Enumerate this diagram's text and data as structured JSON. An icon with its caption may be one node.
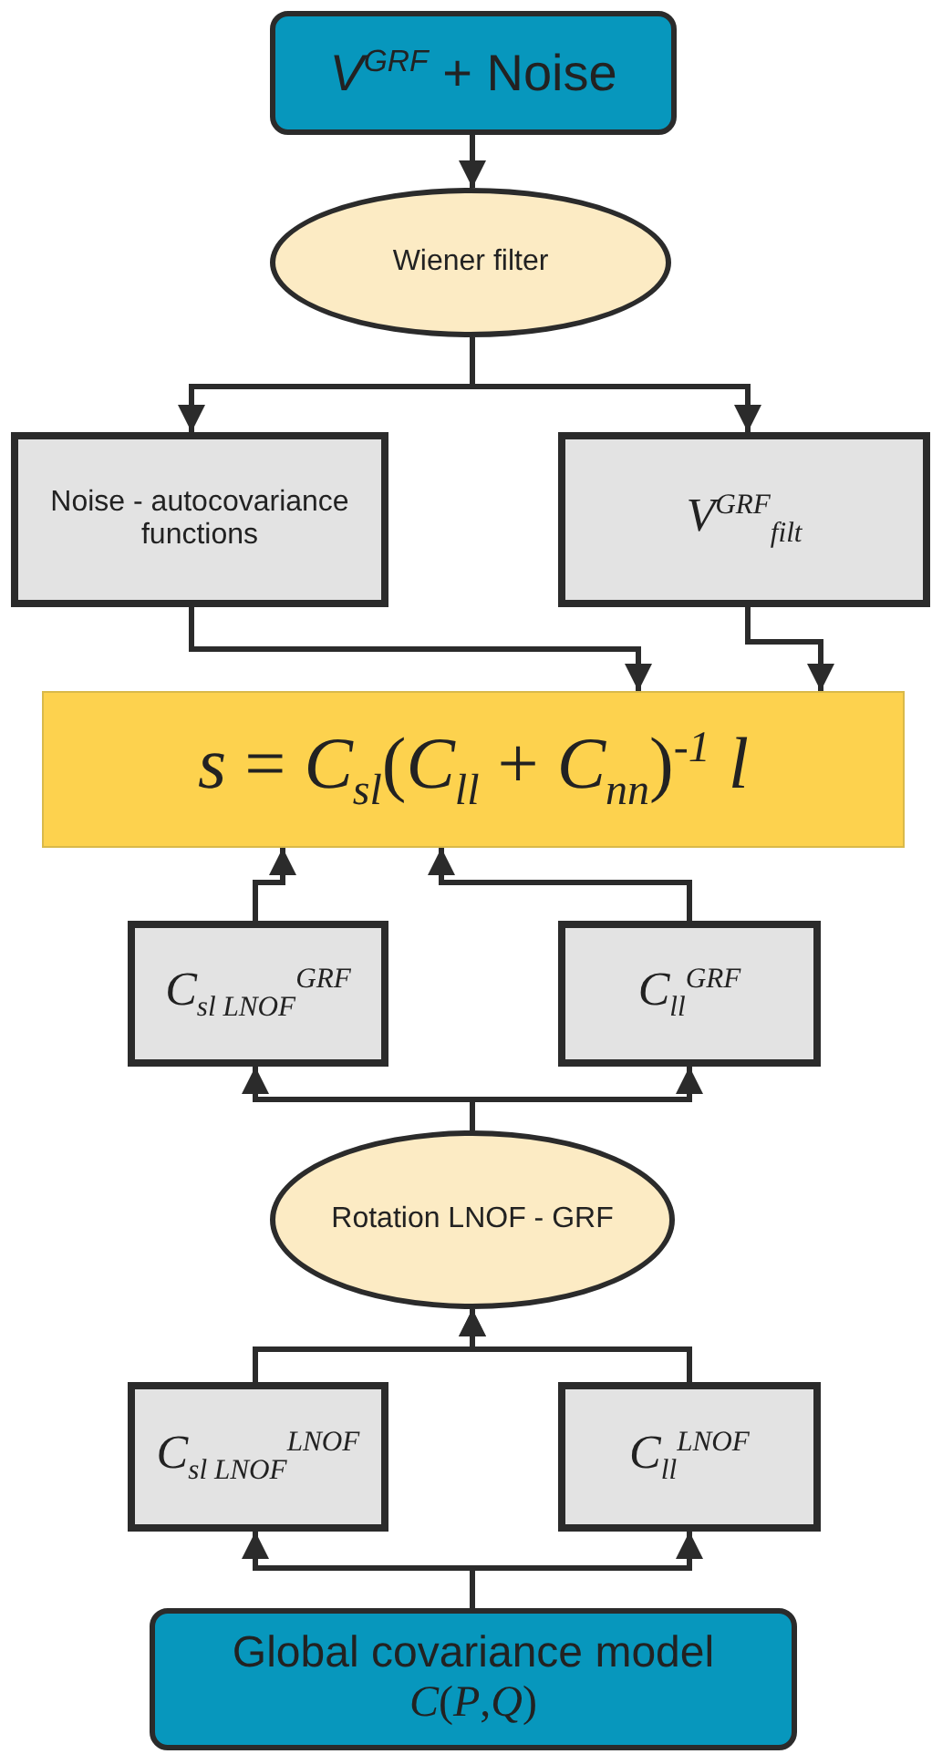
{
  "diagram": {
    "nodes": [
      {
        "text": [
          "*V*$^{GRF}$ + Noise"
        ]
      },
      {
        "text": [
          "Wiener filter"
        ]
      },
      {
        "text": [
          "Noise - autocovariance functions"
        ]
      },
      {
        "text": [
          "*V*$^{GRF}$$_{filt}$"
        ]
      },
      {
        "text": [
          "*s* = *C*$_{sl}$(*C*$_{ll}$ + *C*$_{nn}$)$^{-1}$ *l*"
        ]
      },
      {
        "text": [
          "*C*$_{sl LNOF}$$^{GRF}$"
        ]
      },
      {
        "text": [
          "*C*$_{ll}$$^{GRF}$"
        ]
      },
      {
        "text": [
          "Rotation LNOF - GRF"
        ]
      },
      {
        "text": [
          "*C*$_{sl LNOF}$$^{LNOF}$"
        ]
      },
      {
        "text": [
          "*C*$_{ll}$$^{LNOF}$"
        ]
      },
      {
        "text": [
          "Global covariance model",
          "*C*(*P*,*Q*)"
        ]
      }
    ],
    "edges": [
      {
        "from": 0,
        "to": 1,
        "arrow": "to"
      },
      {
        "from": 1,
        "to": 2,
        "arrow": "to"
      },
      {
        "from": 1,
        "to": 3,
        "arrow": "to"
      },
      {
        "from": 2,
        "to": 4,
        "arrow": "to"
      },
      {
        "from": 3,
        "to": 4,
        "arrow": "to"
      },
      {
        "from": 5,
        "to": 4,
        "arrow": "to"
      },
      {
        "from": 6,
        "to": 4,
        "arrow": "to"
      },
      {
        "from": 7,
        "to": 5,
        "arrow": "to"
      },
      {
        "from": 7,
        "to": 6,
        "arrow": "to"
      },
      {
        "from": 8,
        "to": 7,
        "arrow": "to"
      },
      {
        "from": 9,
        "to": 7,
        "arrow": "to"
      },
      {
        "from": 10,
        "to": 8,
        "arrow": "to"
      },
      {
        "from": 10,
        "to": 9,
        "arrow": "to"
      }
    ]
  }
}
